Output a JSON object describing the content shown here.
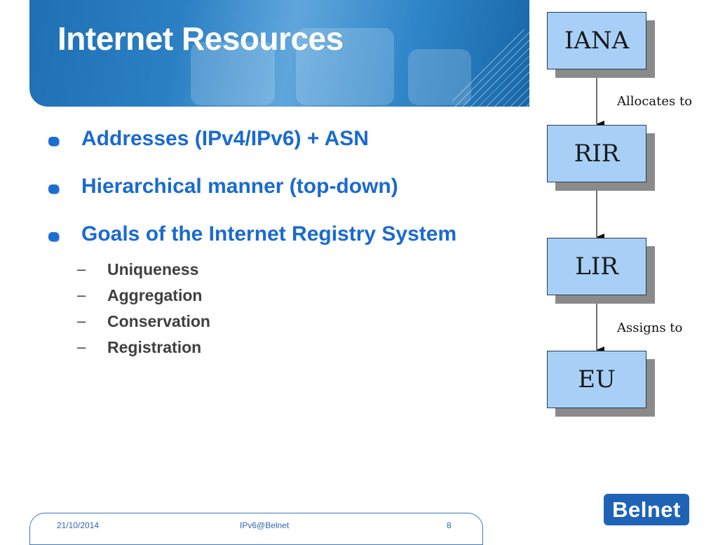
{
  "slide": {
    "title": "Internet Resources",
    "bullets": [
      {
        "text": "Addresses (IPv4/IPv6) + ASN"
      },
      {
        "text": "Hierarchical manner (top-down)"
      },
      {
        "text": "Goals of the Internet Registry System"
      }
    ],
    "sub_dash": "–",
    "sub_bullets": [
      {
        "text": "Uniqueness"
      },
      {
        "text": "Aggregation"
      },
      {
        "text": "Conservation"
      },
      {
        "text": "Registration"
      }
    ]
  },
  "diagram": {
    "nodes": [
      {
        "label": "IANA"
      },
      {
        "label": "RIR"
      },
      {
        "label": "LIR"
      },
      {
        "label": "EU"
      }
    ],
    "edge_labels": {
      "iana_to_rir": "Allocates to",
      "lir_to_eu": "Assigns to"
    }
  },
  "footer": {
    "date": "21/10/2014",
    "center": "IPv6@Belnet",
    "page": "8"
  },
  "logo": {
    "text": "Belnet"
  },
  "colors": {
    "header": "#2b80c4",
    "bullet_text": "#1a6ad0",
    "sub_text": "#404040",
    "node_fill": "#a8d0f6",
    "logo_bg": "#1f63b6"
  }
}
